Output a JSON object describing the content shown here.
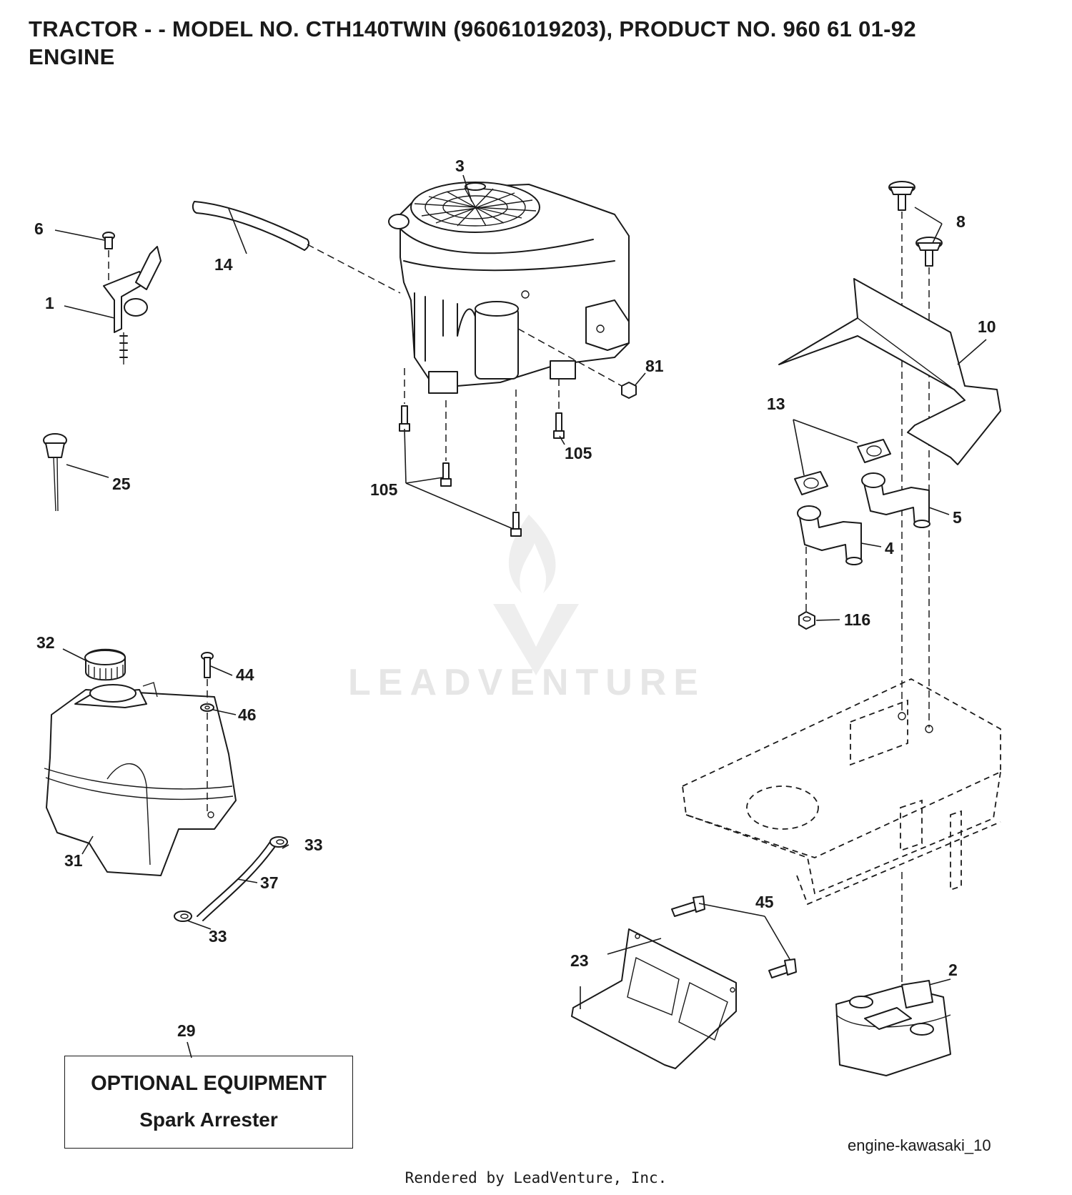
{
  "title": {
    "line1": "TRACTOR - - MODEL NO. CTH140TWIN (96061019203), PRODUCT NO. 960 61 01-92",
    "line2": "ENGINE"
  },
  "callouts": [
    "1",
    "2",
    "3",
    "4",
    "5",
    "6",
    "8",
    "10",
    "13",
    "14",
    "23",
    "25",
    "29",
    "31",
    "32",
    "33",
    "33",
    "37",
    "44",
    "45",
    "46",
    "81",
    "105",
    "105",
    "116"
  ],
  "optional_box": {
    "line1": "OPTIONAL EQUIPMENT",
    "line2": "Spark Arrester"
  },
  "drawing_ref": "engine-kawasaki_10",
  "watermark": "LEADVENTURE",
  "footer": "Rendered by LeadVenture, Inc."
}
